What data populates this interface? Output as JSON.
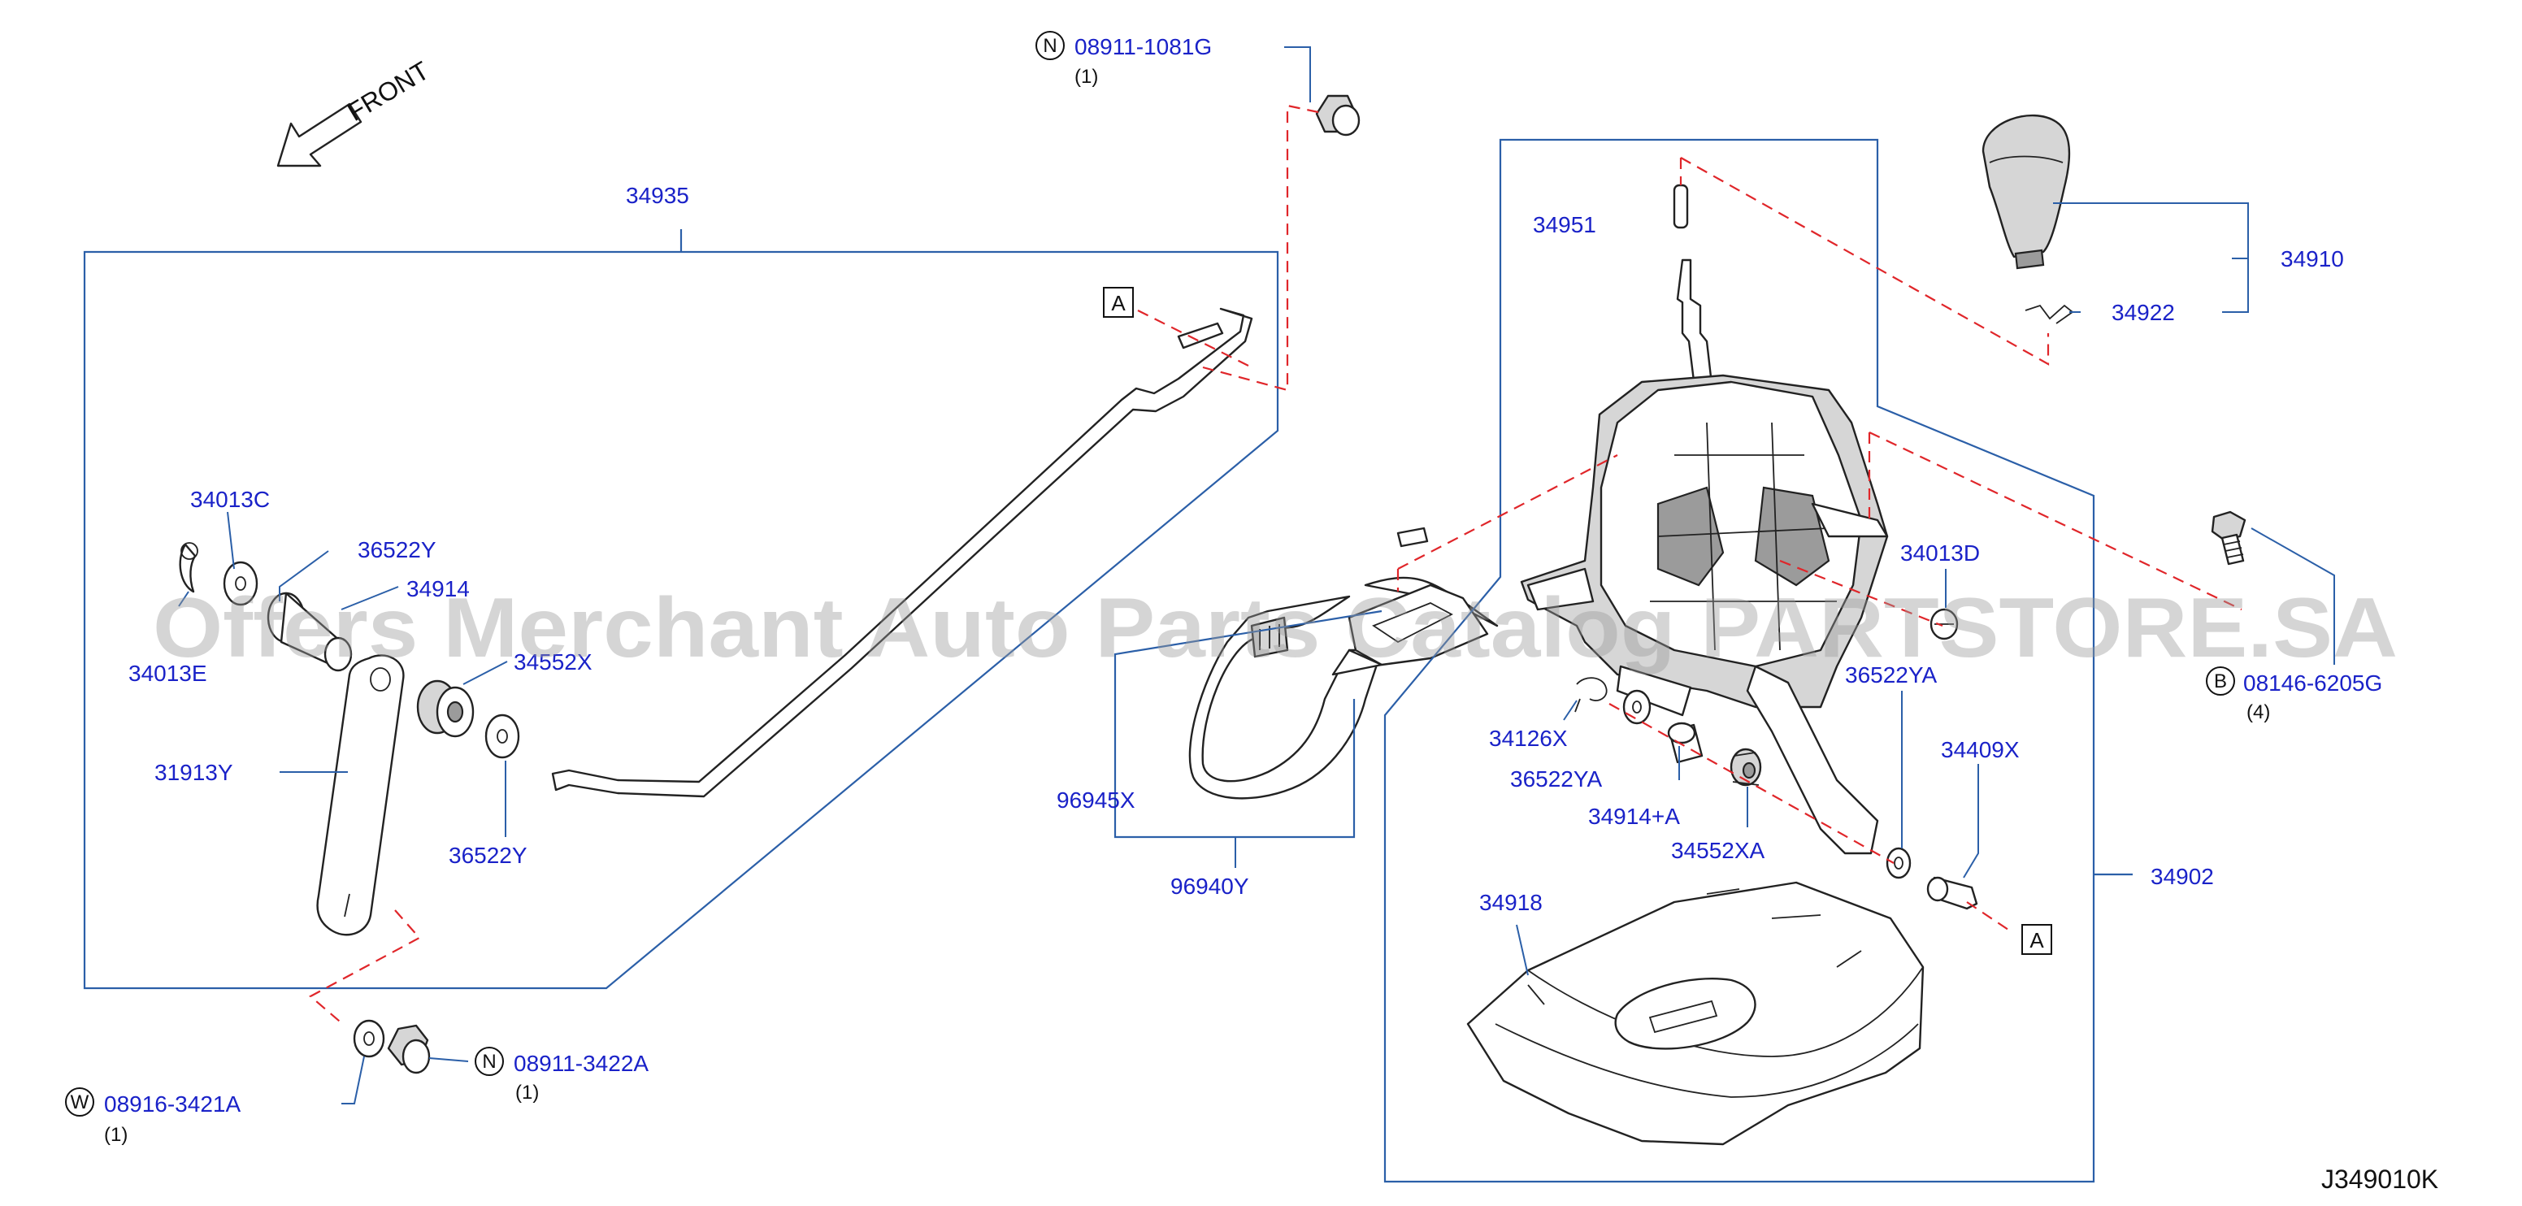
{
  "front_label": "FRONT",
  "diagram_code": "J349010K",
  "watermark": "Offers Merchant Auto Parts Catalog PARTSTORE.SA",
  "ref_a": "A",
  "parts": [
    {
      "id": "p34935",
      "label": "34935"
    },
    {
      "id": "p34013c",
      "label": "34013C"
    },
    {
      "id": "p36522y_top",
      "label": "36522Y"
    },
    {
      "id": "p34914",
      "label": "34914"
    },
    {
      "id": "p34013e",
      "label": "34013E"
    },
    {
      "id": "p34552x",
      "label": "34552X"
    },
    {
      "id": "p31913y",
      "label": "31913Y"
    },
    {
      "id": "p36522y_bot",
      "label": "36522Y"
    },
    {
      "id": "p96945x",
      "label": "96945X"
    },
    {
      "id": "p96940y",
      "label": "96940Y"
    },
    {
      "id": "p34951",
      "label": "34951"
    },
    {
      "id": "p34910",
      "label": "34910"
    },
    {
      "id": "p34922",
      "label": "34922"
    },
    {
      "id": "p34013d",
      "label": "34013D"
    },
    {
      "id": "p36522ya_r",
      "label": "36522YA"
    },
    {
      "id": "p34126x",
      "label": "34126X"
    },
    {
      "id": "p36522ya_l",
      "label": "36522YA"
    },
    {
      "id": "p34914a",
      "label": "34914+A"
    },
    {
      "id": "p34552xa",
      "label": "34552XA"
    },
    {
      "id": "p34409x",
      "label": "34409X"
    },
    {
      "id": "p34902",
      "label": "34902"
    },
    {
      "id": "p34918",
      "label": "34918"
    }
  ],
  "fasteners": [
    {
      "id": "f_nut_top",
      "prefix": "N",
      "label": "08911-1081G",
      "qty": "(1)"
    },
    {
      "id": "f_bolt",
      "prefix": "B",
      "label": "08146-6205G",
      "qty": "(4)"
    },
    {
      "id": "f_nut_bot",
      "prefix": "N",
      "label": "08911-3422A",
      "qty": "(1)"
    },
    {
      "id": "f_washer",
      "prefix": "W",
      "label": "08916-3421A",
      "qty": "(1)"
    }
  ]
}
